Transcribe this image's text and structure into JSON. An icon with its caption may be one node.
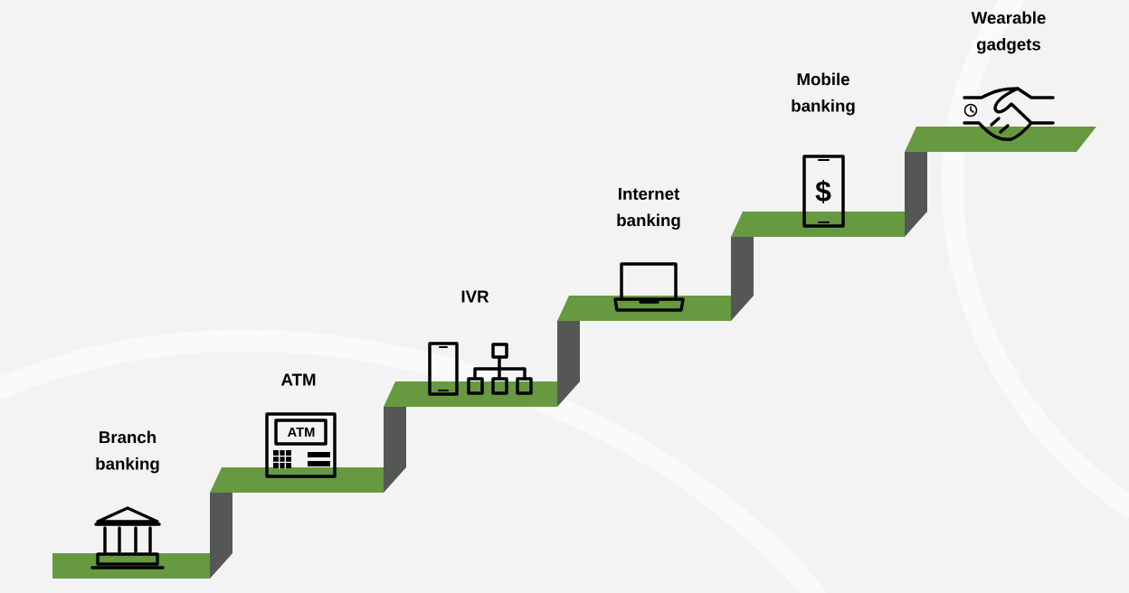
{
  "diagram": {
    "nodes": [
      {
        "text": [
          "Branch banking"
        ]
      },
      {
        "text": [
          "ATM"
        ]
      },
      {
        "text": [
          "IVR"
        ]
      },
      {
        "text": [
          "Internet banking"
        ]
      },
      {
        "text": [
          "Mobile banking"
        ]
      },
      {
        "text": [
          "Wearable gadgets"
        ]
      }
    ],
    "labels": [
      "ATM",
      "$"
    ]
  }
}
